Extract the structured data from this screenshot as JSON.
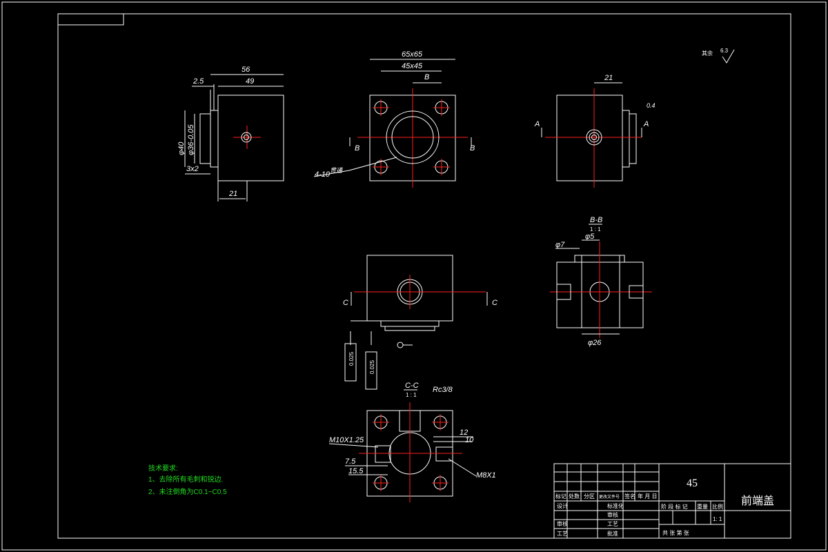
{
  "title_block": {
    "material": "45",
    "part_name": "前端盖",
    "labels": {
      "mark": "标记",
      "count": "处数",
      "zone": "分区",
      "change_doc": "更改文件号",
      "signature": "签名",
      "date": "年 月 日",
      "design": "设计",
      "standardize": "标准化",
      "check": "审核",
      "process": "工艺",
      "review": "审核",
      "approve": "批准",
      "stage_mark": "阶 段 标 记",
      "weight": "重量",
      "scale": "比例",
      "scale_value": "1: 1",
      "sheets": "共   张   第   张"
    }
  },
  "notes": {
    "heading": "技术要求:",
    "items": [
      "1、去除所有毛刺和锐边.",
      "2、未注倒角为C0.1~C0.5"
    ]
  },
  "roughness": {
    "label": "其余",
    "value": "6.3"
  },
  "dimensions": {
    "d56": "56",
    "d49": "49",
    "d2_5": "2.5",
    "d21a": "21",
    "d3x2": "3x2",
    "dia40": "φ40",
    "dia36": "φ36-0.05",
    "d65": "65x65",
    "d45": "45x45",
    "holes": "4-10",
    "through": "贯通",
    "d21b": "21",
    "r0_4": "0.4",
    "bb": "B-B",
    "bb_scale": "1 : 1",
    "dia7": "φ7",
    "dia5": "φ5",
    "dia26": "φ26",
    "cc": "C-C",
    "cc_scale": "1 : 1",
    "rc": "Rc3/8",
    "m10": "M10X1.25",
    "m8": "M8X1",
    "d12": "12",
    "d10": "10",
    "d7_5": "7.5",
    "d15_5": "15.5",
    "tol1": "0.025",
    "tol2": "0.025",
    "datum": "A"
  },
  "section_labels": {
    "A": "A",
    "B": "B",
    "C": "C"
  }
}
